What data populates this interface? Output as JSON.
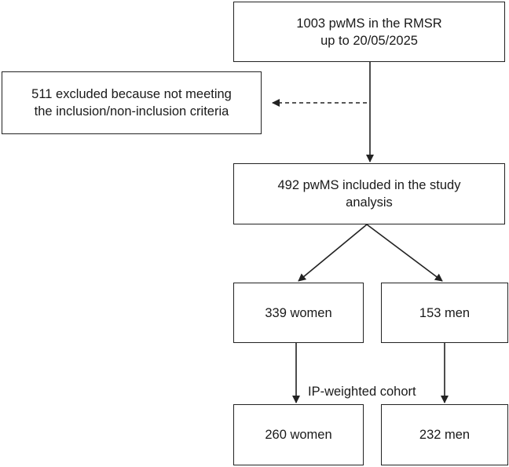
{
  "flowchart": {
    "boxes": {
      "total": "1003 pwMS in the RMSR\nup to 20/05/2025",
      "excluded": "511 excluded because not meeting\nthe inclusion/non-inclusion criteria",
      "included": "492 pwMS included in the study\nanalysis",
      "women": "339 women",
      "men": "153 men",
      "weighted_women": "260 women",
      "weighted_men": "232 men"
    },
    "edge_label": "IP-weighted cohort",
    "line_color": "#222222"
  }
}
